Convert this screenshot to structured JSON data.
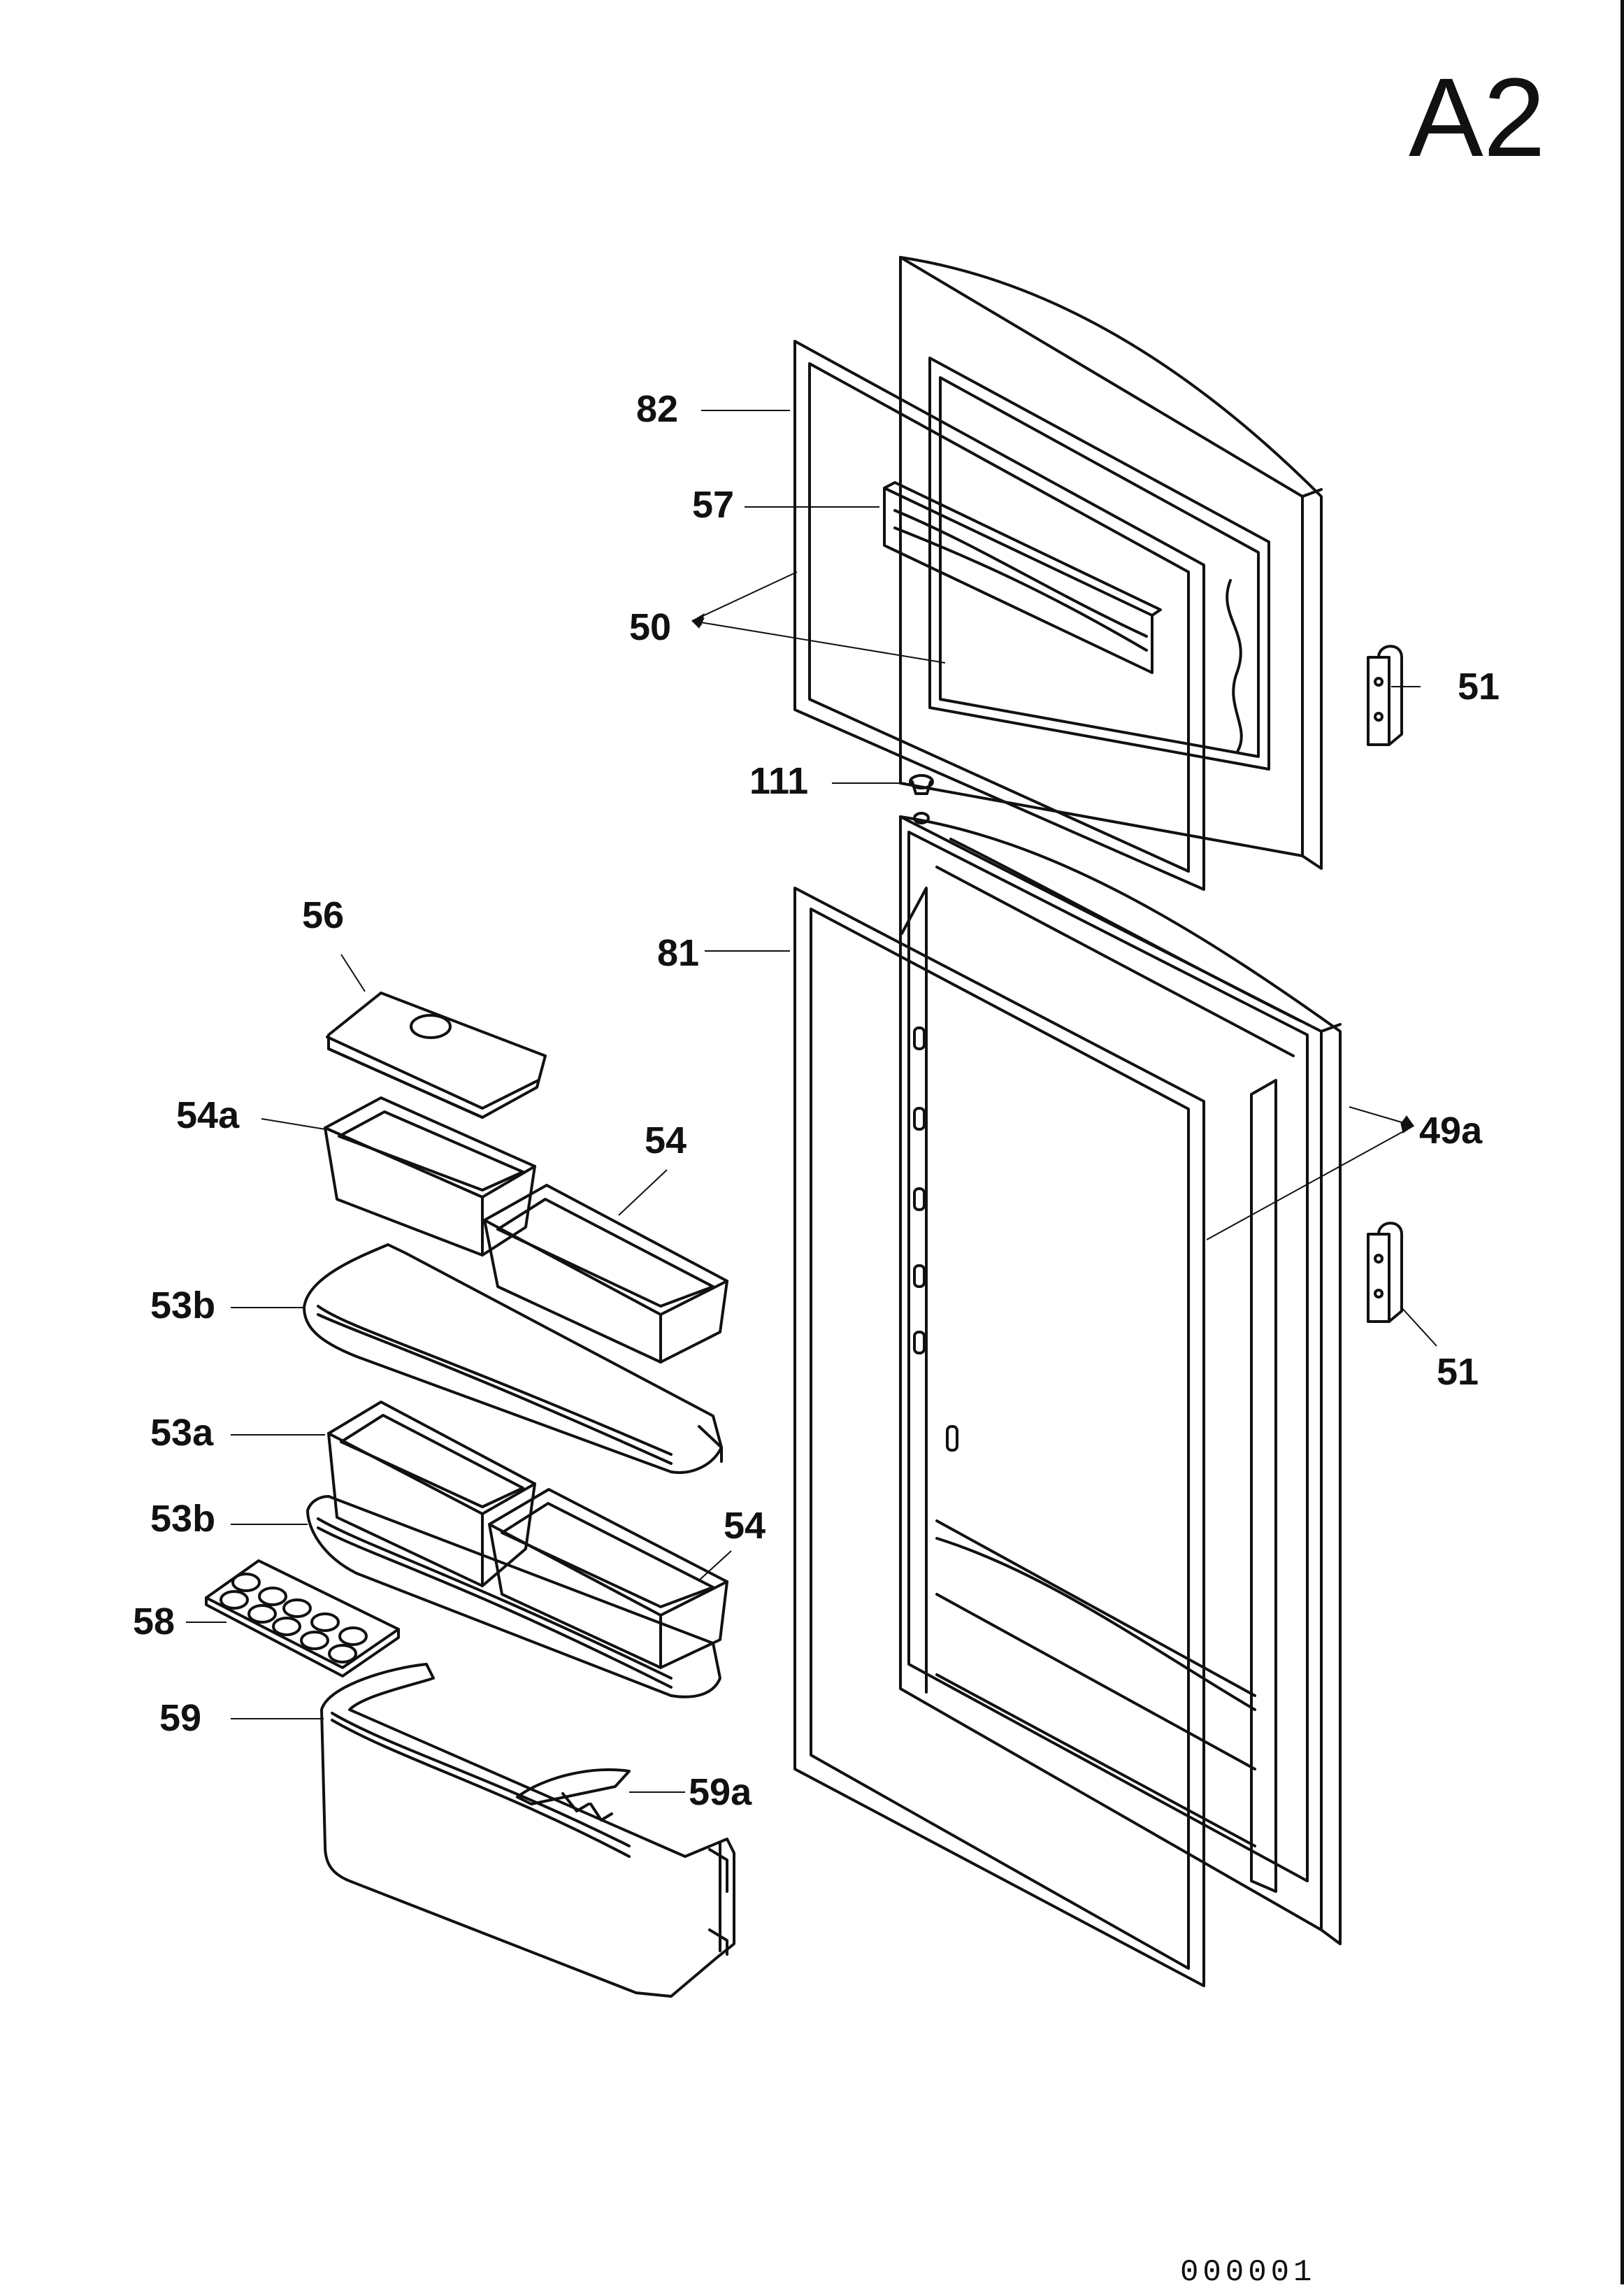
{
  "sheet_id": "A2",
  "drawing_code": "000001",
  "parts": [
    {
      "id": "label-82",
      "text": "82"
    },
    {
      "id": "label-57",
      "text": "57"
    },
    {
      "id": "label-50",
      "text": "50"
    },
    {
      "id": "label-51-top",
      "text": "51"
    },
    {
      "id": "label-111",
      "text": "111"
    },
    {
      "id": "label-56",
      "text": "56"
    },
    {
      "id": "label-81",
      "text": "81"
    },
    {
      "id": "label-54a",
      "text": "54a"
    },
    {
      "id": "label-54-top",
      "text": "54"
    },
    {
      "id": "label-49a",
      "text": "49a"
    },
    {
      "id": "label-53b-top",
      "text": "53b"
    },
    {
      "id": "label-51-bottom",
      "text": "51"
    },
    {
      "id": "label-53a",
      "text": "53a"
    },
    {
      "id": "label-53b-bottom",
      "text": "53b"
    },
    {
      "id": "label-54-bottom",
      "text": "54"
    },
    {
      "id": "label-58",
      "text": "58"
    },
    {
      "id": "label-59",
      "text": "59"
    },
    {
      "id": "label-59a",
      "text": "59a"
    }
  ]
}
